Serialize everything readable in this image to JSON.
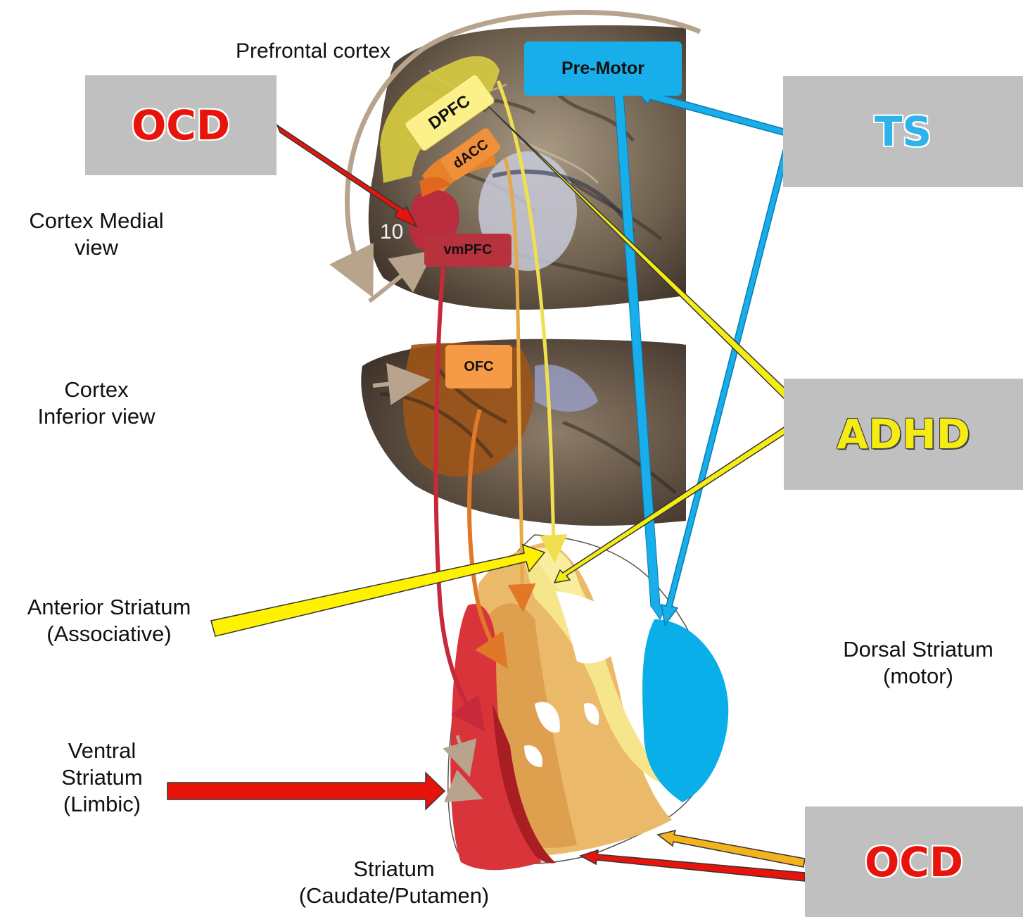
{
  "labels": {
    "prefrontal_cortex": "Prefrontal cortex",
    "cortex_medial": [
      "Cortex Medial",
      "view"
    ],
    "cortex_inferior": [
      "Cortex",
      "Inferior view"
    ],
    "anterior_striatum": [
      "Anterior Striatum",
      "(Associative)"
    ],
    "ventral_striatum": [
      "Ventral",
      "Striatum",
      "(Limbic)"
    ],
    "dorsal_striatum": [
      "Dorsal Striatum",
      "(motor)"
    ],
    "striatum": [
      "Striatum",
      "(Caudate/Putamen)"
    ],
    "area_number": "10"
  },
  "regions": {
    "pre_motor": "Pre-Motor",
    "dpfc": "DPFC",
    "dacc": "dACC",
    "vmpfc": "vmPFC",
    "ofc": "OFC"
  },
  "disorders": {
    "ocd_top": "OCD",
    "ts": "TS",
    "adhd": "ADHD",
    "ocd_bottom": "OCD"
  },
  "colors": {
    "ocd": "#e8140c",
    "ts": "#18a8e4",
    "adhd": "#f5ec14",
    "box_grey": "#c0c0c0",
    "pre_motor": "#18aeea",
    "dpfc": "#fbf08a",
    "dacc": "#f0903a",
    "vmpfc": "#b8323e",
    "ofc": "#f59a46"
  }
}
